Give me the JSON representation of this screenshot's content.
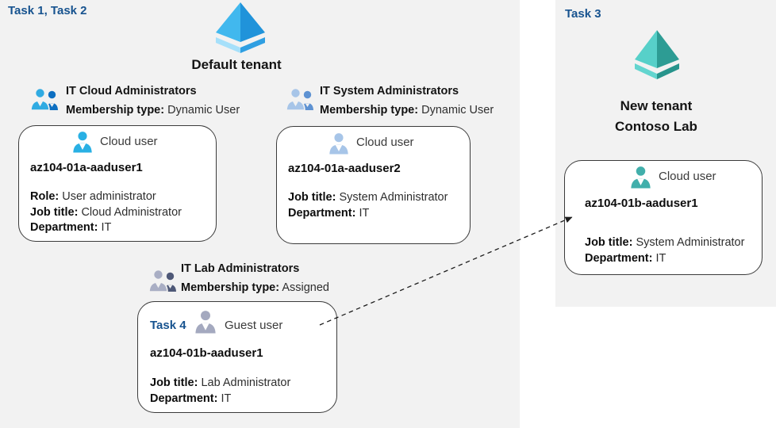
{
  "colors": {
    "task_label_blue": "#17538f",
    "panel_background": "#f2f2f2",
    "azure_ad_blue_light": "#41b8ee",
    "azure_ad_blue_dark": "#2093da",
    "azure_ad_teal_light": "#57d0c9",
    "azure_ad_teal_dark": "#2d9c94",
    "cloud_user_icon_blue": "#29b0e4",
    "muted_user_icon_blue": "#a7c5e8",
    "guest_user_icon_gray": "#a4a9bf"
  },
  "default_tenant": {
    "task_label": "Task 1, Task 2",
    "name": "Default tenant",
    "groups": [
      {
        "name": "IT Cloud Administrators",
        "membership_label": "Membership type:",
        "membership_value": "Dynamic User"
      },
      {
        "name": "IT System Administrators",
        "membership_label": "Membership type:",
        "membership_value": "Dynamic User"
      },
      {
        "name": "IT Lab Administrators",
        "membership_label": "Membership type:",
        "membership_value": "Assigned"
      }
    ],
    "users": [
      {
        "type_label": "Cloud user",
        "username": "az104-01a-aaduser1",
        "fields": [
          {
            "label": "Role:",
            "value": "User administrator"
          },
          {
            "label": "Job title:",
            "value": "Cloud Administrator"
          },
          {
            "label": "Department:",
            "value": "IT"
          }
        ]
      },
      {
        "type_label": "Cloud user",
        "username": "az104-01a-aaduser2",
        "fields": [
          {
            "label": "Job title:",
            "value": "System Administrator"
          },
          {
            "label": "Department:",
            "value": "IT"
          }
        ]
      },
      {
        "task_label": "Task 4",
        "type_label": "Guest user",
        "username": "az104-01b-aaduser1",
        "fields": [
          {
            "label": "Job title:",
            "value": "Lab Administrator"
          },
          {
            "label": "Department:",
            "value": "IT"
          }
        ]
      }
    ]
  },
  "new_tenant": {
    "task_label": "Task 3",
    "name_line1": "New tenant",
    "name_line2": "Contoso Lab",
    "user": {
      "type_label": "Cloud user",
      "username": "az104-01b-aaduser1",
      "fields": [
        {
          "label": "Job title:",
          "value": "System Administrator"
        },
        {
          "label": "Department:",
          "value": "IT"
        }
      ]
    }
  }
}
